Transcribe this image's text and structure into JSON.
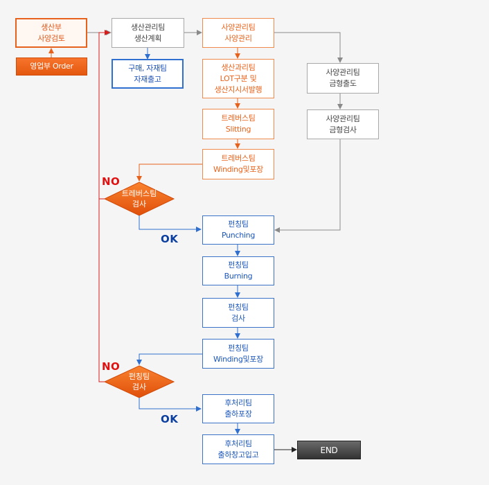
{
  "nodes": {
    "sales_review": [
      "생산부",
      "사양검토"
    ],
    "sales_order": [
      "영업부 Order"
    ],
    "production_plan": [
      "생산관리팀",
      "생산계획"
    ],
    "purchase": [
      "구매, 자재팀",
      "자재출고"
    ],
    "spec_mgmt": [
      "사양관리팀",
      "사양관리"
    ],
    "lot_issue": [
      "생산과리팀",
      "LOT구분 및",
      "생산지시서발행"
    ],
    "trembus_slitting": [
      "트레버스팀",
      "Slitting"
    ],
    "trembus_winding": [
      "트레버스팀",
      "Winding및포장"
    ],
    "trembus_inspect": [
      "트레버스팀",
      "검사"
    ],
    "mold_out": [
      "사양관리팀",
      "금형출도"
    ],
    "mold_inspect": [
      "사양관리팀",
      "금형검사"
    ],
    "punching": [
      "펀칭팀",
      "Punching"
    ],
    "burning": [
      "펀칭팀",
      "Burning"
    ],
    "punch_inspect": [
      "펀칭팀",
      "검사"
    ],
    "punch_winding": [
      "펀칭팀",
      "Winding및포장"
    ],
    "punch_decision": [
      "펀칭팀",
      "검사"
    ],
    "post_pack": [
      "후처리팀",
      "출하포장"
    ],
    "post_store": [
      "후처리팀",
      "출하창고입고"
    ],
    "end": [
      "END"
    ]
  },
  "labels": {
    "no1": "NO",
    "ok1": "OK",
    "no2": "NO",
    "ok2": "OK"
  },
  "colors": {
    "orange": "#e6611b",
    "blue": "#2f6fd0",
    "gray": "#8a8a8a",
    "red": "#d81b1b"
  }
}
